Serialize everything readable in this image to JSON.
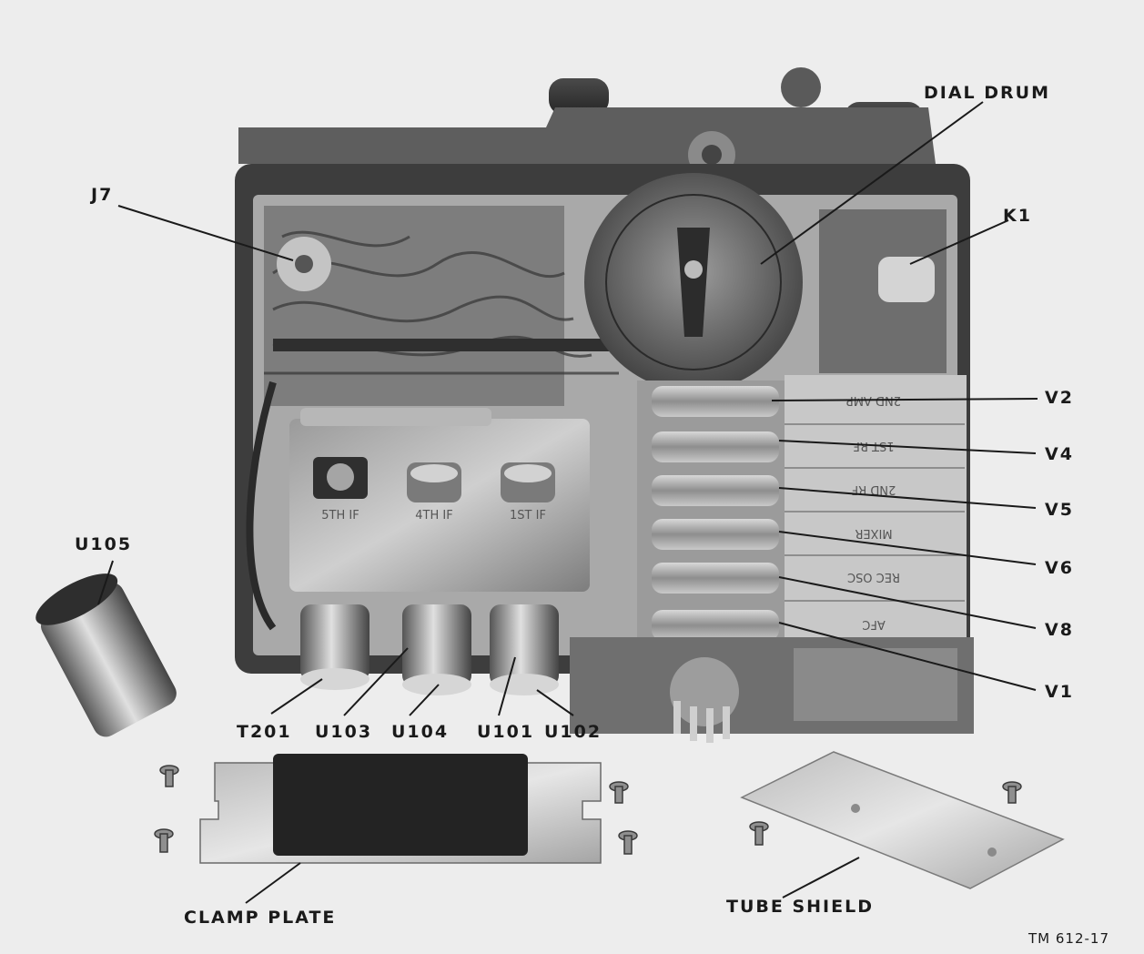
{
  "labels": {
    "dial_drum": "DIAL DRUM",
    "j7": "J7",
    "k1": "K1",
    "v2": "V2",
    "v4": "V4",
    "v5": "V5",
    "v6": "V6",
    "v8": "V8",
    "v1": "V1",
    "u105": "U105",
    "t201": "T201",
    "u103": "U103",
    "u104": "U104",
    "u101": "U101",
    "u102": "U102",
    "clamp_plate": "CLAMP PLATE",
    "tube_shield": "TUBE SHIELD",
    "figure_id": "TM 612-17"
  },
  "if_can_labels": [
    "5TH IF",
    "4TH IF",
    "1ST IF"
  ],
  "tube_panel_labels": [
    "2ND AMP",
    "1ST RF",
    "2ND RF",
    "MIXER",
    "REC OSC",
    "AFC"
  ]
}
